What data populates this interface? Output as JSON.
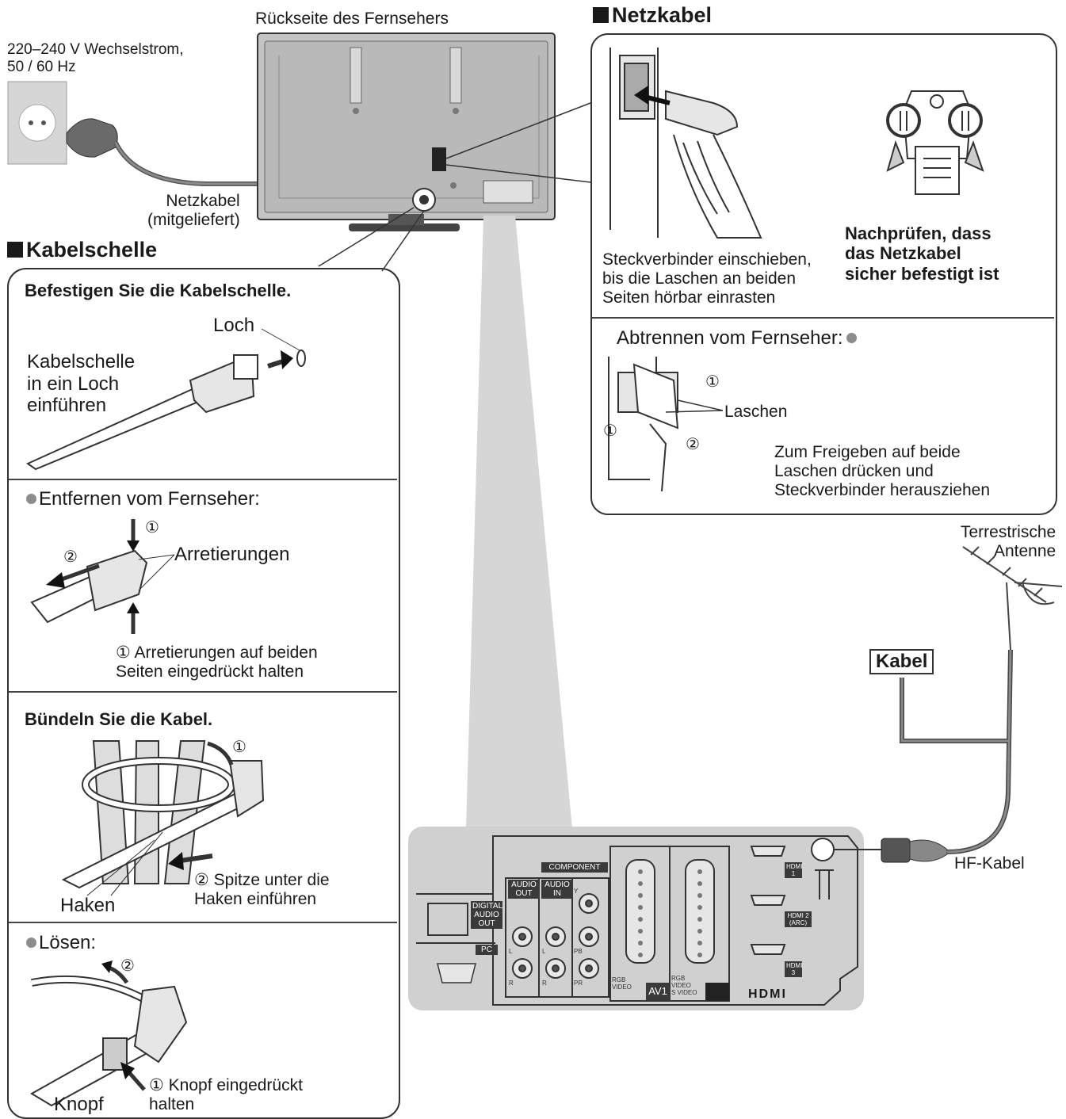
{
  "tv": {
    "back_label": "Rückseite des Fernsehers",
    "power_label": "220–240 V Wechselstrom,\n50 / 60 Hz",
    "cord_label": "Netzkabel\n(mitgeliefert)"
  },
  "netzkabel": {
    "title": "Netzkabel",
    "insert_text": "Steckverbinder einschieben,\nbis die Laschen an beiden\nSeiten hörbar einrasten",
    "check_text": "Nachprüfen, dass\ndas Netzkabel\nsicher befestigt ist",
    "disconnect_heading": "Abtrennen vom Fernseher:",
    "laschen_label": "Laschen",
    "release_text": "Zum Freigeben auf beide\nLaschen drücken und\nSteckverbinder herausziehen",
    "step1": "①",
    "step2": "②"
  },
  "kabelschelle": {
    "title": "Kabelschelle",
    "attach_heading": "Befestigen Sie die Kabelschelle.",
    "loch_label": "Loch",
    "insert_text": "Kabelschelle\nin ein Loch\neinführen",
    "remove_heading": "Entfernen vom Fernseher:",
    "arretierungen_label": "Arretierungen",
    "hold_text": "① Arretierungen auf beiden\n    Seiten eingedrückt halten",
    "bundle_heading": "Bündeln Sie die Kabel.",
    "tip_text": "② Spitze unter die\n    Haken einführen",
    "haken_label": "Haken",
    "release_heading": "Lösen:",
    "knopf_text": "① Knopf eingedrückt\n    halten",
    "knopf_label": "Knopf",
    "step1": "①",
    "step2": "②"
  },
  "antenna": {
    "label": "Terrestrische\nAntenne",
    "kabel_box": "Kabel",
    "rf_cable": "HF-Kabel"
  },
  "jack_panel": {
    "digital_audio_out": "DIGITAL\nAUDIO\nOUT",
    "pc": "PC",
    "audio_out": "AUDIO\nOUT",
    "audio_in": "AUDIO\nIN",
    "component": "COMPONENT",
    "av1": "AV1",
    "rgb_video": "RGB\nVIDEO",
    "rgb_video_svideo": "RGB\nVIDEO\nS VIDEO",
    "hdmi1": "HDMI\n1",
    "hdmi2": "HDMI 2\n(ARC)",
    "hdmi3": "HDMI\n3",
    "hdmi_logo": "HDMI",
    "ch_l": "L",
    "ch_r": "R",
    "ch_y": "Y",
    "ch_pb": "PB",
    "ch_pr": "PR"
  }
}
